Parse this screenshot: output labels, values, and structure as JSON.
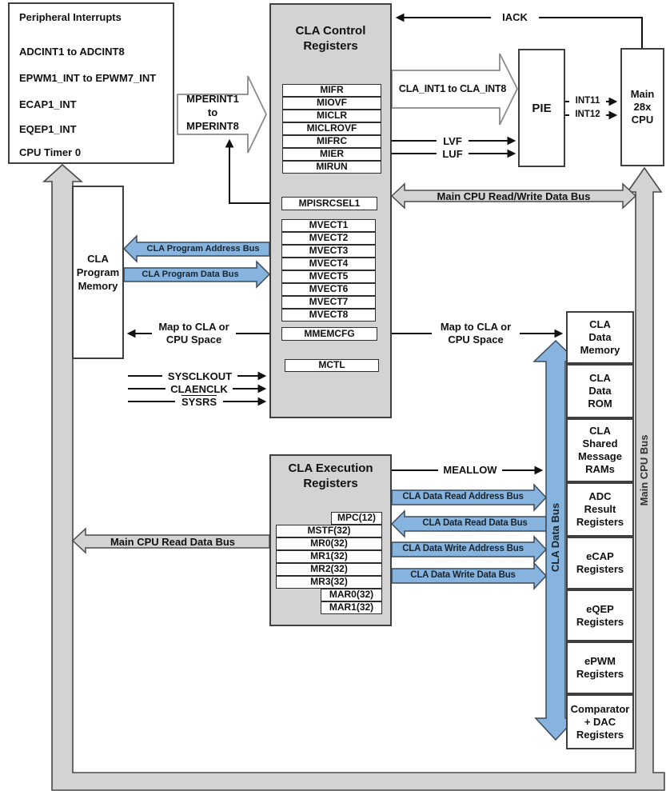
{
  "peripheral": {
    "title": "Peripheral Interrupts",
    "items": [
      "ADCINT1 to ADCINT8",
      "EPWM1_INT to EPWM7_INT",
      "ECAP1_INT",
      "EQEP1_INT",
      "CPU Timer 0"
    ]
  },
  "mperint": {
    "line1": "MPERINT1",
    "line2": "to",
    "line3": "MPERINT8"
  },
  "cla_control": {
    "title1": "CLA Control",
    "title2": "Registers",
    "flag_regs": [
      "MIFR",
      "MIOVF",
      "MICLR",
      "MICLROVF",
      "MIFRC",
      "MIER",
      "MIRUN"
    ],
    "src_sel": "MPISRCSEL1",
    "vectors": [
      "MVECT1",
      "MVECT2",
      "MVECT3",
      "MVECT4",
      "MVECT5",
      "MVECT6",
      "MVECT7",
      "MVECT8"
    ],
    "memcfg": "MMEMCFG",
    "mctl": "MCTL"
  },
  "cla_exec": {
    "title1": "CLA Execution",
    "title2": "Registers",
    "mpc": "MPC(12)",
    "regs": [
      "MSTF(32)",
      "MR0(32)",
      "MR1(32)",
      "MR2(32)",
      "MR3(32)"
    ],
    "mars": [
      "MAR0(32)",
      "MAR1(32)"
    ]
  },
  "pie": {
    "label": "PIE"
  },
  "cpu": {
    "line1": "Main",
    "line2": "28x",
    "line3": "CPU"
  },
  "program_memory": {
    "line1": "CLA",
    "line2": "Program",
    "line3": "Memory"
  },
  "signals": {
    "iack": "IACK",
    "cla_int": "CLA_INT1 to CLA_INT8",
    "lvf": "LVF",
    "luf": "LUF",
    "int11": "INT11",
    "int12": "INT12",
    "meallow": "MEALLOW",
    "sysclkout": "SYSCLKOUT",
    "claenclk": "CLAENCLK",
    "sysrs": "SYSRS"
  },
  "map_left": {
    "line1": "Map to CLA or",
    "line2": "CPU Space"
  },
  "map_right": {
    "line1": "Map to CLA or",
    "line2": "CPU Space"
  },
  "buses": {
    "main_rw": "Main CPU Read/Write Data Bus",
    "main_read": "Main CPU Read Data Bus",
    "prog_addr": "CLA Program Address Bus",
    "prog_data": "CLA Program Data Bus",
    "data_read_addr": "CLA Data Read Address Bus",
    "data_read_data": "CLA Data Read Data Bus",
    "data_write_addr": "CLA Data Write Address Bus",
    "data_write_data": "CLA Data Write Data Bus",
    "cla_data": "CLA Data Bus",
    "main_cpu": "Main CPU Bus"
  },
  "memory_blocks": [
    {
      "l1": "CLA",
      "l2": "Data",
      "l3": "Memory"
    },
    {
      "l1": "CLA",
      "l2": "Data",
      "l3": "ROM"
    },
    {
      "l1": "CLA",
      "l2": "Shared",
      "l3": "Message",
      "l4": "RAMs"
    },
    {
      "l1": "ADC",
      "l2": "Result",
      "l3": "Registers"
    },
    {
      "l1": "eCAP",
      "l2": "Registers"
    },
    {
      "l1": "eQEP",
      "l2": "Registers"
    },
    {
      "l1": "ePWM",
      "l2": "Registers"
    },
    {
      "l1": "Comparator",
      "l2": "+ DAC",
      "l3": "Registers"
    }
  ],
  "colors": {
    "box_gray": "#d3d3d3",
    "bus_gray": "#d3d3d3",
    "blue": "#86b4df",
    "border": "#3f3f3f"
  }
}
